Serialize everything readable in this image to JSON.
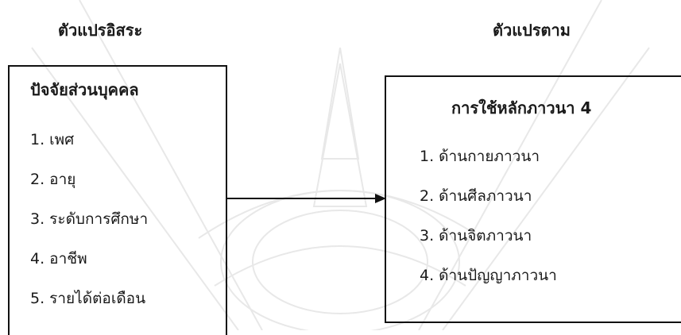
{
  "headings": {
    "independent": "ตัวแปรอิสระ",
    "dependent": "ตัวแปรตาม"
  },
  "left_box": {
    "title": "ปัจจัยส่วนบุคคล",
    "items": [
      "1.  เพศ",
      "2.  อายุ",
      "3.  ระดับการศึกษา",
      "4.  อาชีพ",
      "5.  รายได้ต่อเดือน"
    ]
  },
  "right_box": {
    "title": "การใช้หลักภาวนา 4",
    "items": [
      "1.  ด้านกายภาวนา",
      "2.  ด้านศีลภาวนา",
      "3.  ด้านจิตภาวนา",
      "4.  ด้านปัญญาภาวนา"
    ]
  },
  "colors": {
    "line": "#111111",
    "watermark": "#e6e6e6"
  }
}
